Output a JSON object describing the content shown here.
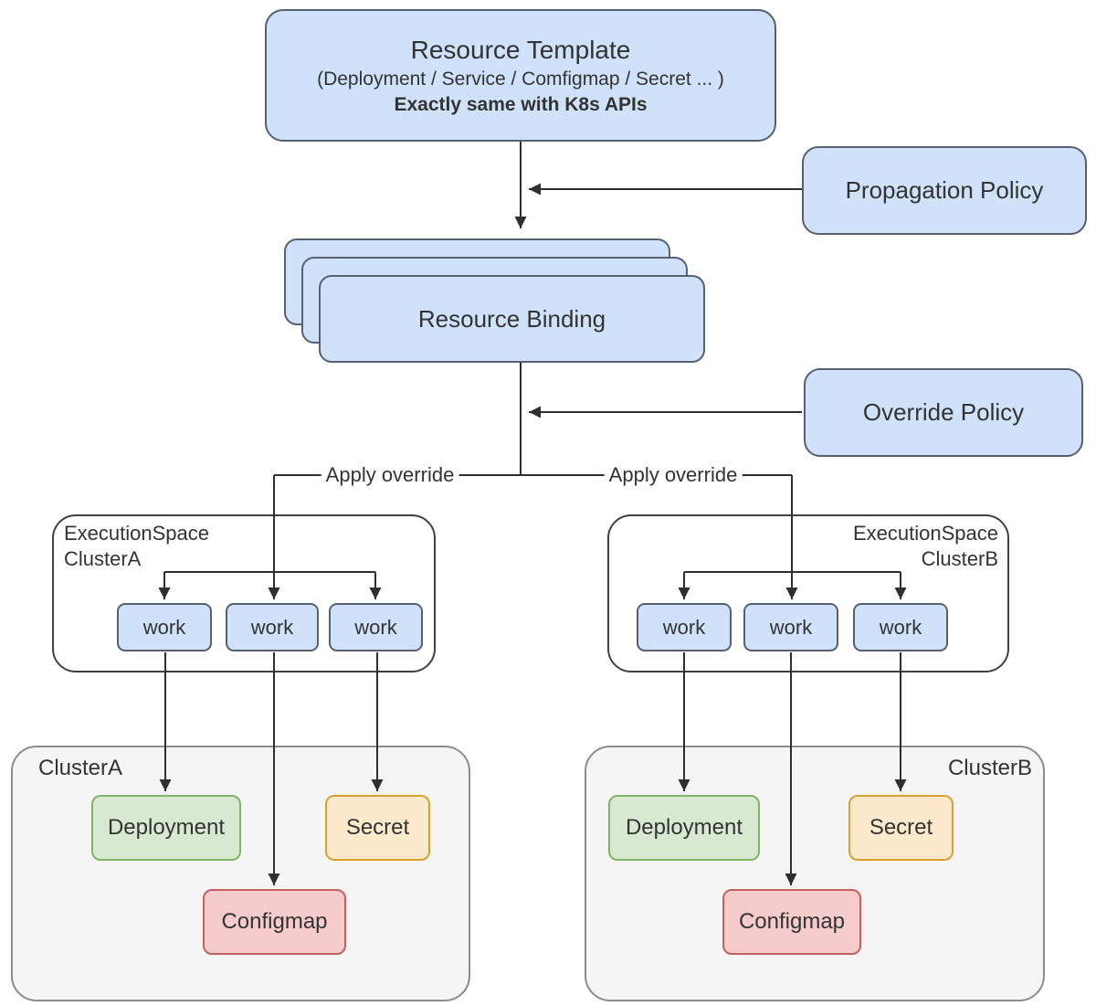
{
  "colors": {
    "blue-fill": "#cfe2f9",
    "blue-stroke": "#566070",
    "green-fill": "#d8e9d2",
    "green-stroke": "#82b366",
    "orange-fill": "#fdeacd",
    "orange-stroke": "#d8a032",
    "red-fill": "#f5cccb",
    "red-stroke": "#c4615e",
    "gray-fill": "#f5f5f5",
    "gray-stroke": "#8c8c8c",
    "container-stroke": "#404040",
    "line": "#2f2f2f",
    "text": "#333333"
  },
  "template_box": {
    "title": "Resource Template",
    "subtitle": "(Deployment / Service / Comfigmap / Secret ... )",
    "note": "Exactly same with K8s APIs"
  },
  "propagation_policy": {
    "label": "Propagation Policy"
  },
  "resource_binding": {
    "label": "Resource Binding"
  },
  "override_policy": {
    "label": "Override Policy"
  },
  "connectors": {
    "apply_override": "Apply override"
  },
  "execution_spaces": [
    {
      "line1": "ExecutionSpace",
      "line2": "ClusterA",
      "works": [
        "work",
        "work",
        "work"
      ]
    },
    {
      "line1": "ExecutionSpace",
      "line2": "ClusterB",
      "works": [
        "work",
        "work",
        "work"
      ]
    }
  ],
  "clusters": [
    {
      "label": "ClusterA",
      "deployment": "Deployment",
      "secret": "Secret",
      "configmap": "Configmap"
    },
    {
      "label": "ClusterB",
      "deployment": "Deployment",
      "secret": "Secret",
      "configmap": "Configmap"
    }
  ]
}
